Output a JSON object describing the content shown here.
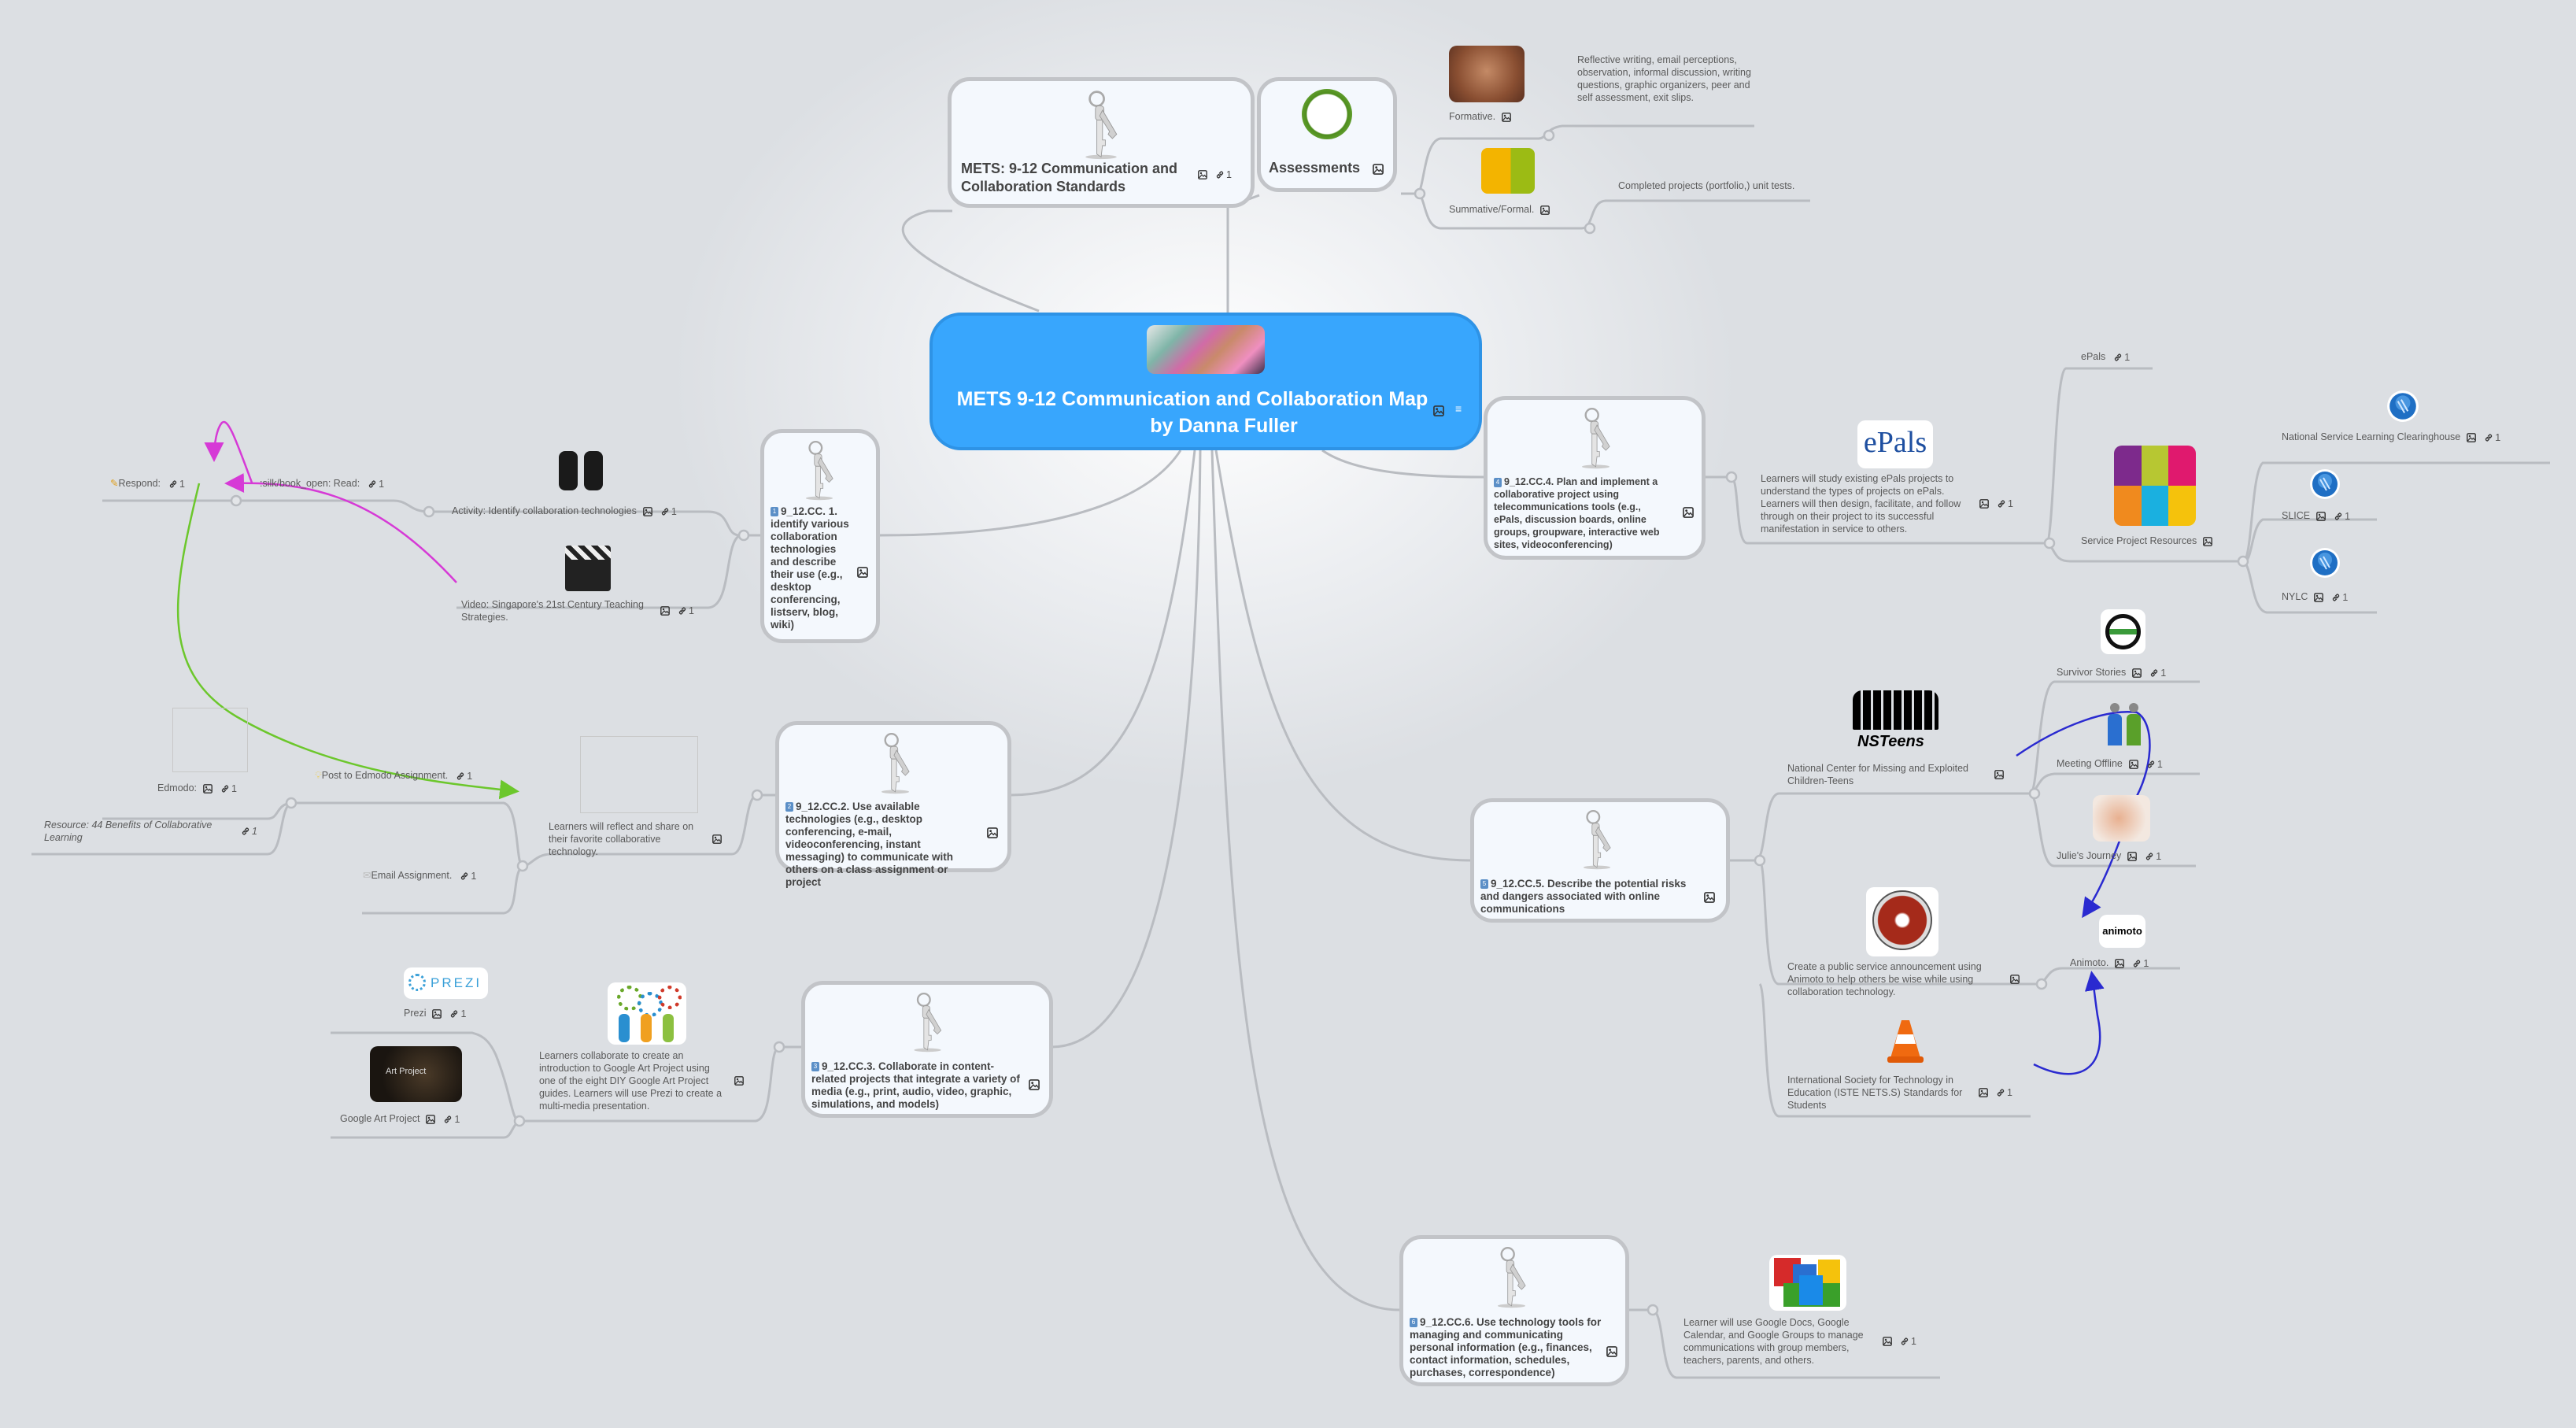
{
  "central": {
    "title_line1": "METS 9-12 Communication and Collaboration Map",
    "title_line2": "by Danna Fuller"
  },
  "standards_node": {
    "title": "METS:  9-12 Communication and Collaboration Standards",
    "link_count": "1"
  },
  "assessments": {
    "title": "Assessments",
    "formative": {
      "label": "Formative.",
      "note": "Reflective writing, email perceptions, observation, informal discussion, writing questions, graphic organizers, peer and self assessment, exit slips."
    },
    "summative": {
      "label": "Summative/Formal.",
      "note": "Completed projects (portfolio,) unit tests."
    }
  },
  "cc1": {
    "badge": "1",
    "text": "9_12.CC. 1. identify various collaboration technologies and describe their use (e.g., desktop conferencing, listserv, blog, wiki)",
    "activity": {
      "label": "Activity: Identify collaboration technologies",
      "link_count": "1"
    },
    "video": {
      "label": "Video: Singapore's 21st Century Teaching Strategies.",
      "link_count": "1"
    },
    "respond": {
      "label": "Respond:",
      "link_count": "1"
    },
    "read": {
      "label": ":silk/book_open: Read:",
      "link_count": "1"
    }
  },
  "cc2": {
    "badge": "2",
    "text": "9_12.CC.2.  Use available technologies (e.g., desktop conferencing, e-mail, videoconferencing, instant messaging) to communicate with others on a class assignment or project",
    "reflect": {
      "label": "Learners will reflect and share on their favorite collaborative technology."
    },
    "post": {
      "label": "Post to Edmodo Assignment.",
      "link_count": "1"
    },
    "edmodo": {
      "label": "Edmodo:",
      "link_count": "1"
    },
    "resource": {
      "label": "Resource: 44 Benefits of Collaborative Learning",
      "link_count": "1"
    },
    "email": {
      "label": "Email Assignment.",
      "link_count": "1"
    }
  },
  "cc3": {
    "badge": "3",
    "text": "9_12.CC.3. Collaborate in content-related projects that integrate a variety of media (e.g., print, audio, video, graphic, simulations, and models)",
    "activity": {
      "label": "Learners collaborate to create an introduction to Google Art Project using one of the eight DIY Google Art Project guides.  Learners will use Prezi to create a multi-media presentation."
    },
    "prezi": {
      "label": "Prezi",
      "link_count": "1",
      "logo": "PREZI"
    },
    "art": {
      "label": "Google Art Project",
      "link_count": "1",
      "logo": "Art Project"
    }
  },
  "cc4": {
    "badge": "4",
    "text": "9_12.CC.4. Plan and implement a collaborative project using telecommunications tools (e.g., ePals, discussion boards, online groups, groupware, interactive web sites, videoconferencing)",
    "epals_activity": {
      "label": "Learners will study existing ePals projects to understand the types of projects on ePals.  Learners will then design, facilitate, and follow through on their project to its successful manifestation in service to others.",
      "link_count": "1",
      "logo": "ePals"
    },
    "epals": {
      "label": "ePals",
      "link_count": "1"
    },
    "service": {
      "label": "Service Project Resources"
    },
    "nslc": {
      "label": "National Service Learning Clearinghouse",
      "link_count": "1"
    },
    "slice": {
      "label": "SLICE",
      "link_count": "1"
    },
    "nylc": {
      "label": "NYLC",
      "link_count": "1"
    }
  },
  "cc5": {
    "badge": "5",
    "text": "9_12.CC.5.  Describe the potential risks and dangers associated with online communications",
    "ncmec": {
      "label": "National Center for Missing and Exploited Children-Teens",
      "logo": "NSTeens"
    },
    "survivor": {
      "label": "Survivor Stories",
      "link_count": "1"
    },
    "meeting": {
      "label": "Meeting Offline",
      "link_count": "1"
    },
    "julie": {
      "label": "Julie's Journey",
      "link_count": "1"
    },
    "psa": {
      "label": "Create a public service announcement using Animoto to help others be wise while using collaboration technology."
    },
    "animoto": {
      "label": "Animoto.",
      "link_count": "1",
      "logo": "animoto"
    },
    "iste": {
      "label": "International Society for Technology in Education (ISTE NETS.S) Standards for Students",
      "link_count": "1"
    }
  },
  "cc6": {
    "badge": "6",
    "text": "9_12.CC.6. Use technology tools for managing and communicating personal information (e.g., finances, contact information, schedules, purchases, correspondence)",
    "google": {
      "label": "Learner will use Google Docs, Google Calendar, and Google Groups to manage communications with group members, teachers, parents, and others.",
      "link_count": "1"
    }
  },
  "colors": {
    "central": "#38a6fd",
    "background": "#dcdfe3",
    "rel_magenta": "#d63ad6",
    "rel_green": "#6cc72c",
    "rel_blue": "#2a2ad0"
  }
}
